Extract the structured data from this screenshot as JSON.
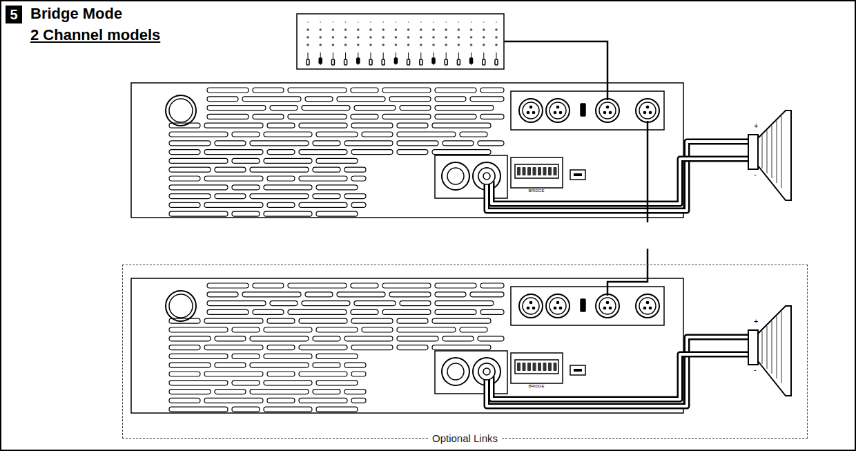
{
  "diagram": {
    "title": "Bridge Mode",
    "nodes": [
      {
        "text": [
          "5"
        ]
      },
      {
        "text": [
          "Optional Links"
        ]
      }
    ],
    "edges": [],
    "labels": [
      "2 Channel models",
      "BRIDGE",
      "BRIDGE",
      "+",
      "-",
      "+",
      "-"
    ]
  }
}
